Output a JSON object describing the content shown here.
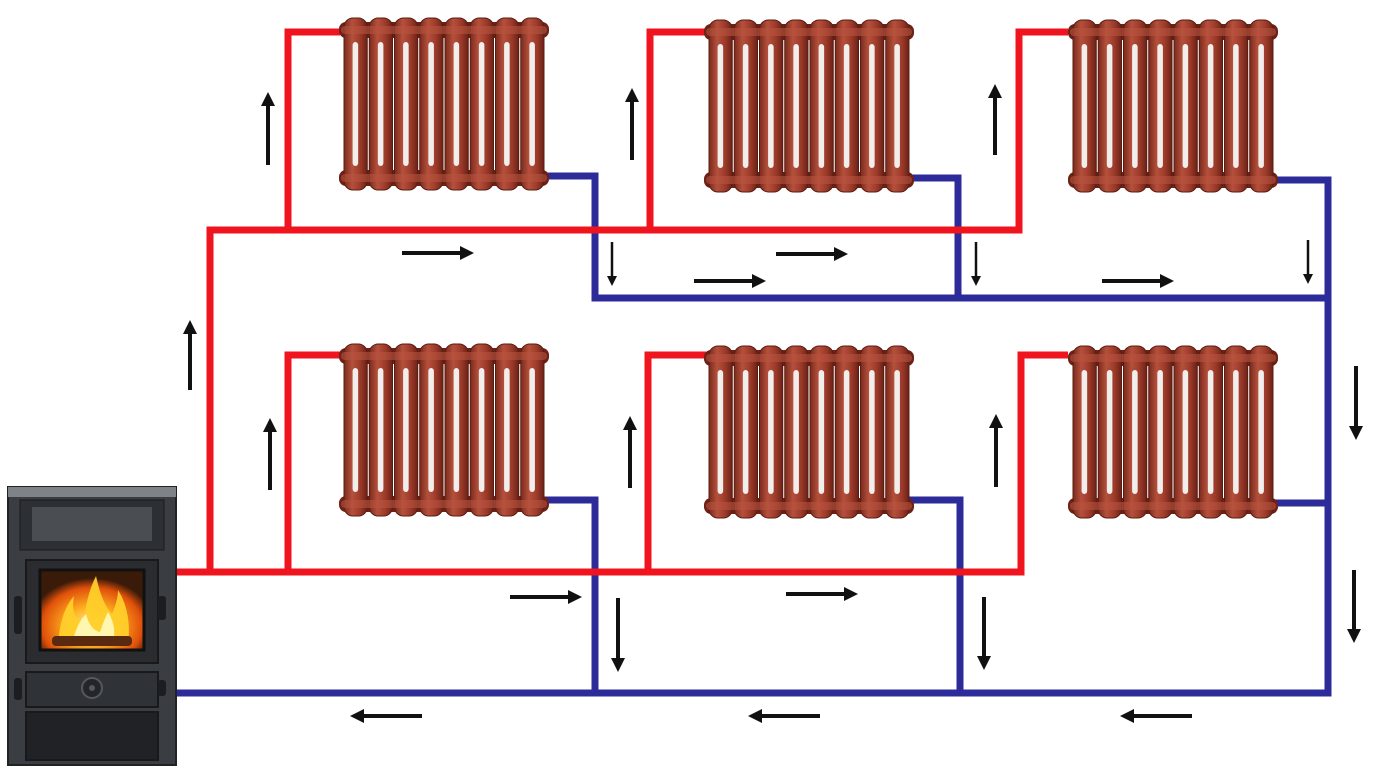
{
  "diagram": {
    "type": "two-pipe heating system schematic",
    "colors": {
      "supply_pipe": "#f0141e",
      "return_pipe": "#2d2b9a",
      "radiator": "#9c3a2a",
      "radiator_dark": "#6e2217",
      "radiator_light": "#b8533f",
      "arrow": "#111111",
      "stove_body": "#3a3d42",
      "fire": "#f5a623"
    },
    "components": {
      "boiler": {
        "icon": "wood-stove-icon",
        "has_fire": true
      },
      "radiators": [
        {
          "id": "radiator-upper-1",
          "icon": "cast-iron-radiator-icon",
          "floor": "upper",
          "sections": 8
        },
        {
          "id": "radiator-upper-2",
          "icon": "cast-iron-radiator-icon",
          "floor": "upper",
          "sections": 8
        },
        {
          "id": "radiator-upper-3",
          "icon": "cast-iron-radiator-icon",
          "floor": "upper",
          "sections": 8
        },
        {
          "id": "radiator-lower-1",
          "icon": "cast-iron-radiator-icon",
          "floor": "lower",
          "sections": 8
        },
        {
          "id": "radiator-lower-2",
          "icon": "cast-iron-radiator-icon",
          "floor": "lower",
          "sections": 8
        },
        {
          "id": "radiator-lower-3",
          "icon": "cast-iron-radiator-icon",
          "floor": "lower",
          "sections": 8
        }
      ]
    }
  }
}
